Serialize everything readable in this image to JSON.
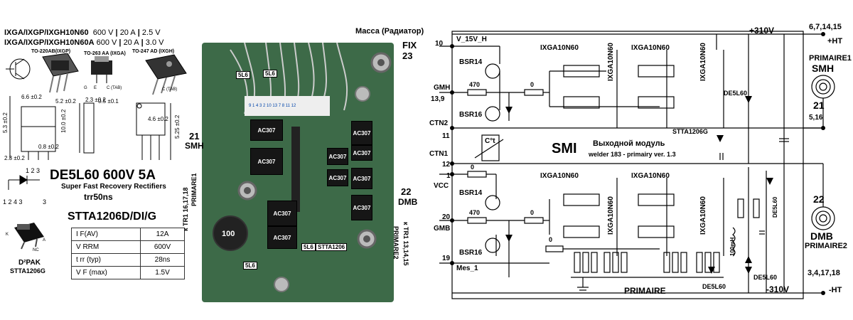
{
  "datasheet": {
    "lines": [
      {
        "part": "IXGA/IXGP/IXGH10N60",
        "v": "600 V",
        "i": "20 A",
        "vce": "2.5 V"
      },
      {
        "part": "IXGA/IXGP/IXGH10N60A",
        "v": "600 V",
        "i": "20 A",
        "vce": "3.0 V"
      }
    ],
    "pkg_to220": "TO-220AB(IXGP)",
    "pkg_to263": "TO-263 AA (IXGA)",
    "pkg_to247": "TO-247 AD (IXGH)",
    "tab_label": "C (TAB)",
    "diode_title": "DE5L60 600V  5A",
    "diode_subtitle": "Super Fast Recovery Rectifiers",
    "diode_trr": "trr50ns",
    "stta_title": "STTA1206D/DI/G",
    "stta_rows": [
      {
        "param": "I F(AV)",
        "value": "12A"
      },
      {
        "param": "V RRM",
        "value": "600V"
      },
      {
        "param": "t rr  (typ)",
        "value": "28ns"
      },
      {
        "param": "V F  (max)",
        "value": "1.5V"
      }
    ],
    "d2pak_label": "D²PAK",
    "d2pak_part": "STTA1206G",
    "pin_nums_a": "1 2 3",
    "pin_nums_b": "1 2 4 3"
  },
  "photo": {
    "ground_label": "Масса (Радиатор)",
    "fix_label": "FIX",
    "fix_num": "23",
    "smh_num": "21",
    "smh_label": "SMH",
    "smh_tr": "к TR1 16,17,18",
    "smh_prim": "PRIMARE1",
    "dmb_num": "22",
    "dmb_label": "DMB",
    "dmb_prim": "PRIMARE2",
    "dmb_tr": "к TR1 13,14,15",
    "chips": [
      "AC307",
      "AC307",
      "AC307",
      "AC307",
      "AC307",
      "AC307",
      "AC307",
      "AC307",
      "AC307",
      "AC307"
    ],
    "zener": "5L6",
    "stta": "STTA1206",
    "inductor": "100"
  },
  "schematic": {
    "title": "SMI",
    "module_title": "Выходной модуль",
    "module_subtitle": "welder 183 - primairy ver. 1.3",
    "plus_v": "+310V",
    "minus_v": "-310V",
    "plus_ht": "+HT",
    "minus_ht": "-HT",
    "pins_top": "6,7,14,15",
    "pins_bottom": "3,4,17,18",
    "prim1": "PRIMAIRE1",
    "prim2": "PRIMAIRE2",
    "smh": "SMH",
    "dmb": "DMB",
    "n21": "21",
    "n22": "22",
    "n516": "5,16",
    "left_pins": [
      {
        "num": "10",
        "name": "V_15V_H"
      },
      {
        "num": "",
        "name": "GMH"
      },
      {
        "num": "13,9",
        "name": ""
      },
      {
        "num": "",
        "name": "CTN2"
      },
      {
        "num": "11",
        "name": ""
      },
      {
        "num": "",
        "name": "CTN1"
      },
      {
        "num": "12",
        "name": ""
      },
      {
        "num": "1",
        "name": ""
      },
      {
        "num": "",
        "name": "VCC"
      },
      {
        "num": "20",
        "name": ""
      },
      {
        "num": "",
        "name": "GMB"
      },
      {
        "num": "19",
        "name": ""
      },
      {
        "num": "",
        "name": "Mes_1"
      }
    ],
    "bsr14": "BSR14",
    "bsr16": "BSR16",
    "r470": "470",
    "r0": "0",
    "igbt": "IXGA10N60",
    "ntc": "C°t",
    "de5l60": "DE5L60",
    "stta1206g": "STTA1206G",
    "inductor": "100mH",
    "primaire": "PRIMAIRE"
  }
}
